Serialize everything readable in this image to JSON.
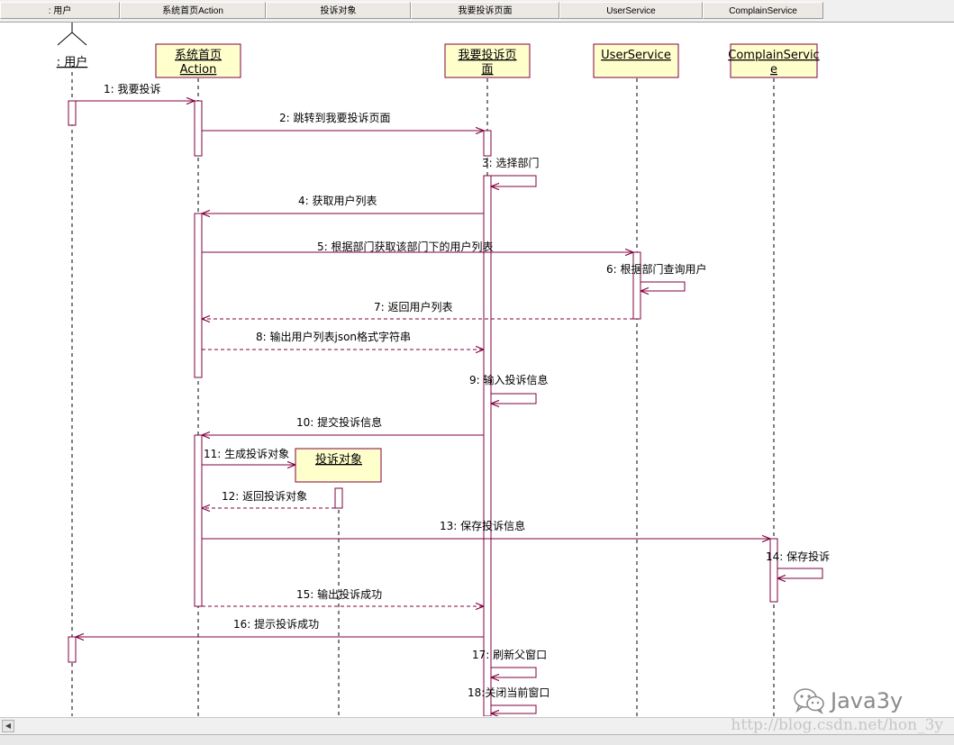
{
  "header": {
    "columns": [
      ": 用户",
      "系统首页Action",
      "投诉对象",
      "我要投诉页面",
      "UserService",
      "ComplainService"
    ]
  },
  "diagram": {
    "actor_label": ": 用户",
    "objects": [
      {
        "label_lines": [
          "系统首页",
          "Action"
        ]
      },
      {
        "label_lines": [
          "我要投诉页",
          "面"
        ]
      },
      {
        "label_lines": [
          "UserService"
        ]
      },
      {
        "label_lines": [
          "ComplainServic",
          "e"
        ]
      },
      {
        "label_lines": [
          "投诉对象"
        ]
      }
    ],
    "colors": {
      "object_fill": "#ffffcc",
      "message_line": "#800040",
      "lifeline": "#000000"
    },
    "messages": [
      {
        "n": 1,
        "label": "1: 我要投诉",
        "kind": "sync"
      },
      {
        "n": 2,
        "label": "2: 跳转到我要投诉页面",
        "kind": "sync"
      },
      {
        "n": 3,
        "label": "3: 选择部门",
        "kind": "self"
      },
      {
        "n": 4,
        "label": "4: 获取用户列表",
        "kind": "sync"
      },
      {
        "n": 5,
        "label": "5: 根据部门获取该部门下的用户列表",
        "kind": "sync"
      },
      {
        "n": 6,
        "label": "6: 根据部门查询用户",
        "kind": "self"
      },
      {
        "n": 7,
        "label": "7: 返回用户列表",
        "kind": "return"
      },
      {
        "n": 8,
        "label": "8: 输出用户列表json格式字符串",
        "kind": "return"
      },
      {
        "n": 9,
        "label": "9: 输入投诉信息",
        "kind": "self"
      },
      {
        "n": 10,
        "label": "10: 提交投诉信息",
        "kind": "sync"
      },
      {
        "n": 11,
        "label": "11: 生成投诉对象",
        "kind": "create"
      },
      {
        "n": 12,
        "label": "12: 返回投诉对象",
        "kind": "return"
      },
      {
        "n": 13,
        "label": "13: 保存投诉信息",
        "kind": "sync"
      },
      {
        "n": 14,
        "label": "14: 保存投诉",
        "kind": "self"
      },
      {
        "n": 15,
        "label": "15: 输出投诉成功",
        "kind": "return"
      },
      {
        "n": 16,
        "label": "16: 提示投诉成功",
        "kind": "sync"
      },
      {
        "n": 17,
        "label": "17: 刷新父窗口",
        "kind": "self"
      },
      {
        "n": 18,
        "label": "18:关闭当前窗口",
        "kind": "self"
      }
    ]
  },
  "watermark": {
    "brand": "Java3y",
    "brand_icon": "wechat-icon",
    "url": "http://blog.csdn.net/hon_3y"
  },
  "scrollbar": {
    "left_arrow_icon": "arrow-left-icon"
  }
}
